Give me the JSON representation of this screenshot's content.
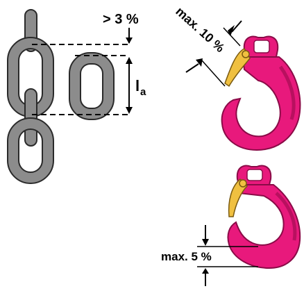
{
  "chain_panel": {
    "elongation_label": "> 3 %",
    "length_symbol": "l",
    "length_subscript": "a"
  },
  "hook_top_panel": {
    "opening_label": "max. 10 %"
  },
  "hook_bottom_panel": {
    "bend_label": "max. 5 %"
  },
  "colors": {
    "chain_fill": "#8c8c8c",
    "chain_stroke": "#2a2a2a",
    "hook_fill": "#e8197c",
    "hook_dark": "#b8105f",
    "latch_fill": "#f0c040",
    "ink": "#000000"
  },
  "icons": [
    "chain-links-icon",
    "hook-open-icon",
    "hook-bent-icon"
  ]
}
